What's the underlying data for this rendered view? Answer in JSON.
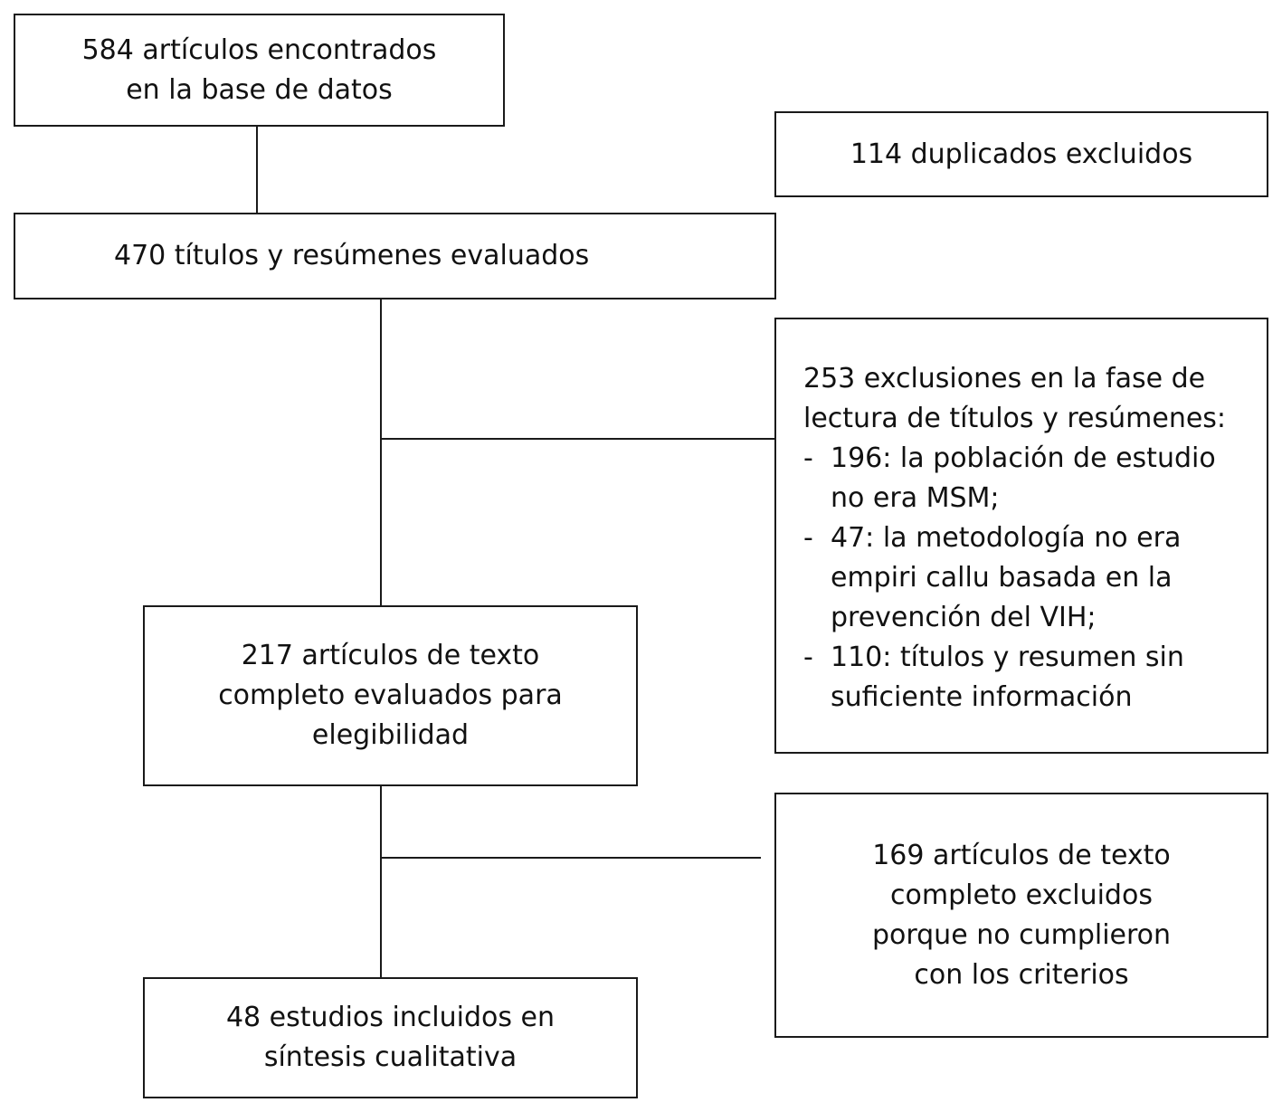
{
  "flow": {
    "found": {
      "lines": [
        "584 artículos encontrados",
        "en la base de datos"
      ]
    },
    "duplicates": {
      "lines": [
        "114 duplicados excluidos"
      ]
    },
    "screened": {
      "lines": [
        "470 títulos y resúmenes evaluados"
      ]
    },
    "screen_exclusions": {
      "intro_lines": [
        "253 exclusiones en la fase de",
        "lectura de títulos y resúmenes:"
      ],
      "reasons": [
        {
          "lines": [
            "196: la población de estudio",
            "no era MSM;"
          ]
        },
        {
          "lines": [
            "47: la metodología no era",
            "empiri callu basada en la",
            "prevención del VIH;"
          ]
        },
        {
          "lines": [
            "110: títulos y resumen sin",
            "suficiente información"
          ]
        }
      ]
    },
    "fulltext": {
      "lines": [
        "217 artículos de texto",
        "completo evaluados para",
        "elegibilidad"
      ]
    },
    "fulltext_excluded": {
      "lines": [
        "169 artículos de texto",
        "completo excluidos",
        "porque no cumplieron",
        "con los criterios"
      ]
    },
    "included": {
      "lines": [
        "48 estudios incluidos en",
        "síntesis cualitativa"
      ]
    }
  }
}
